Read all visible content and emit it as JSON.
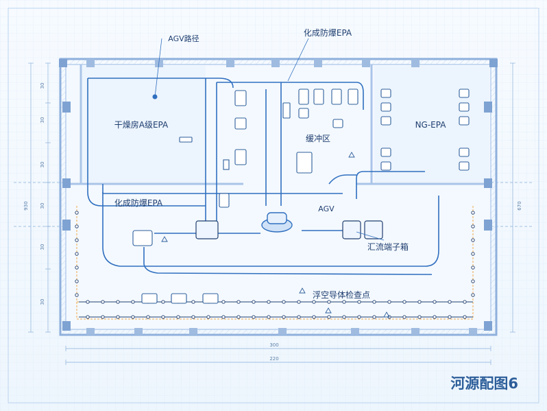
{
  "title": "河源配图6",
  "labels": {
    "agv_route": "AGV路径",
    "epa_top": "化成防爆EPA",
    "dry_room": "干燥房A级EPA",
    "buffer": "缓冲区",
    "ng_epa": "NG-EPA",
    "epa_left": "化成防爆EPA",
    "agv": "AGV",
    "combiner_box": "汇流端子箱",
    "floating_check": "浮空导体检查点"
  },
  "dimensions": {
    "left": [
      "30",
      "30",
      "30",
      "30",
      "30",
      "30"
    ],
    "left_total": "930",
    "right_total": "670",
    "bottom_inner": "300",
    "bottom_outer": "220"
  },
  "colors": {
    "line": "#2f6fbf",
    "dark": "#1f3e6f",
    "wall": "#9fbbe0",
    "accent": "#f0a94a"
  }
}
